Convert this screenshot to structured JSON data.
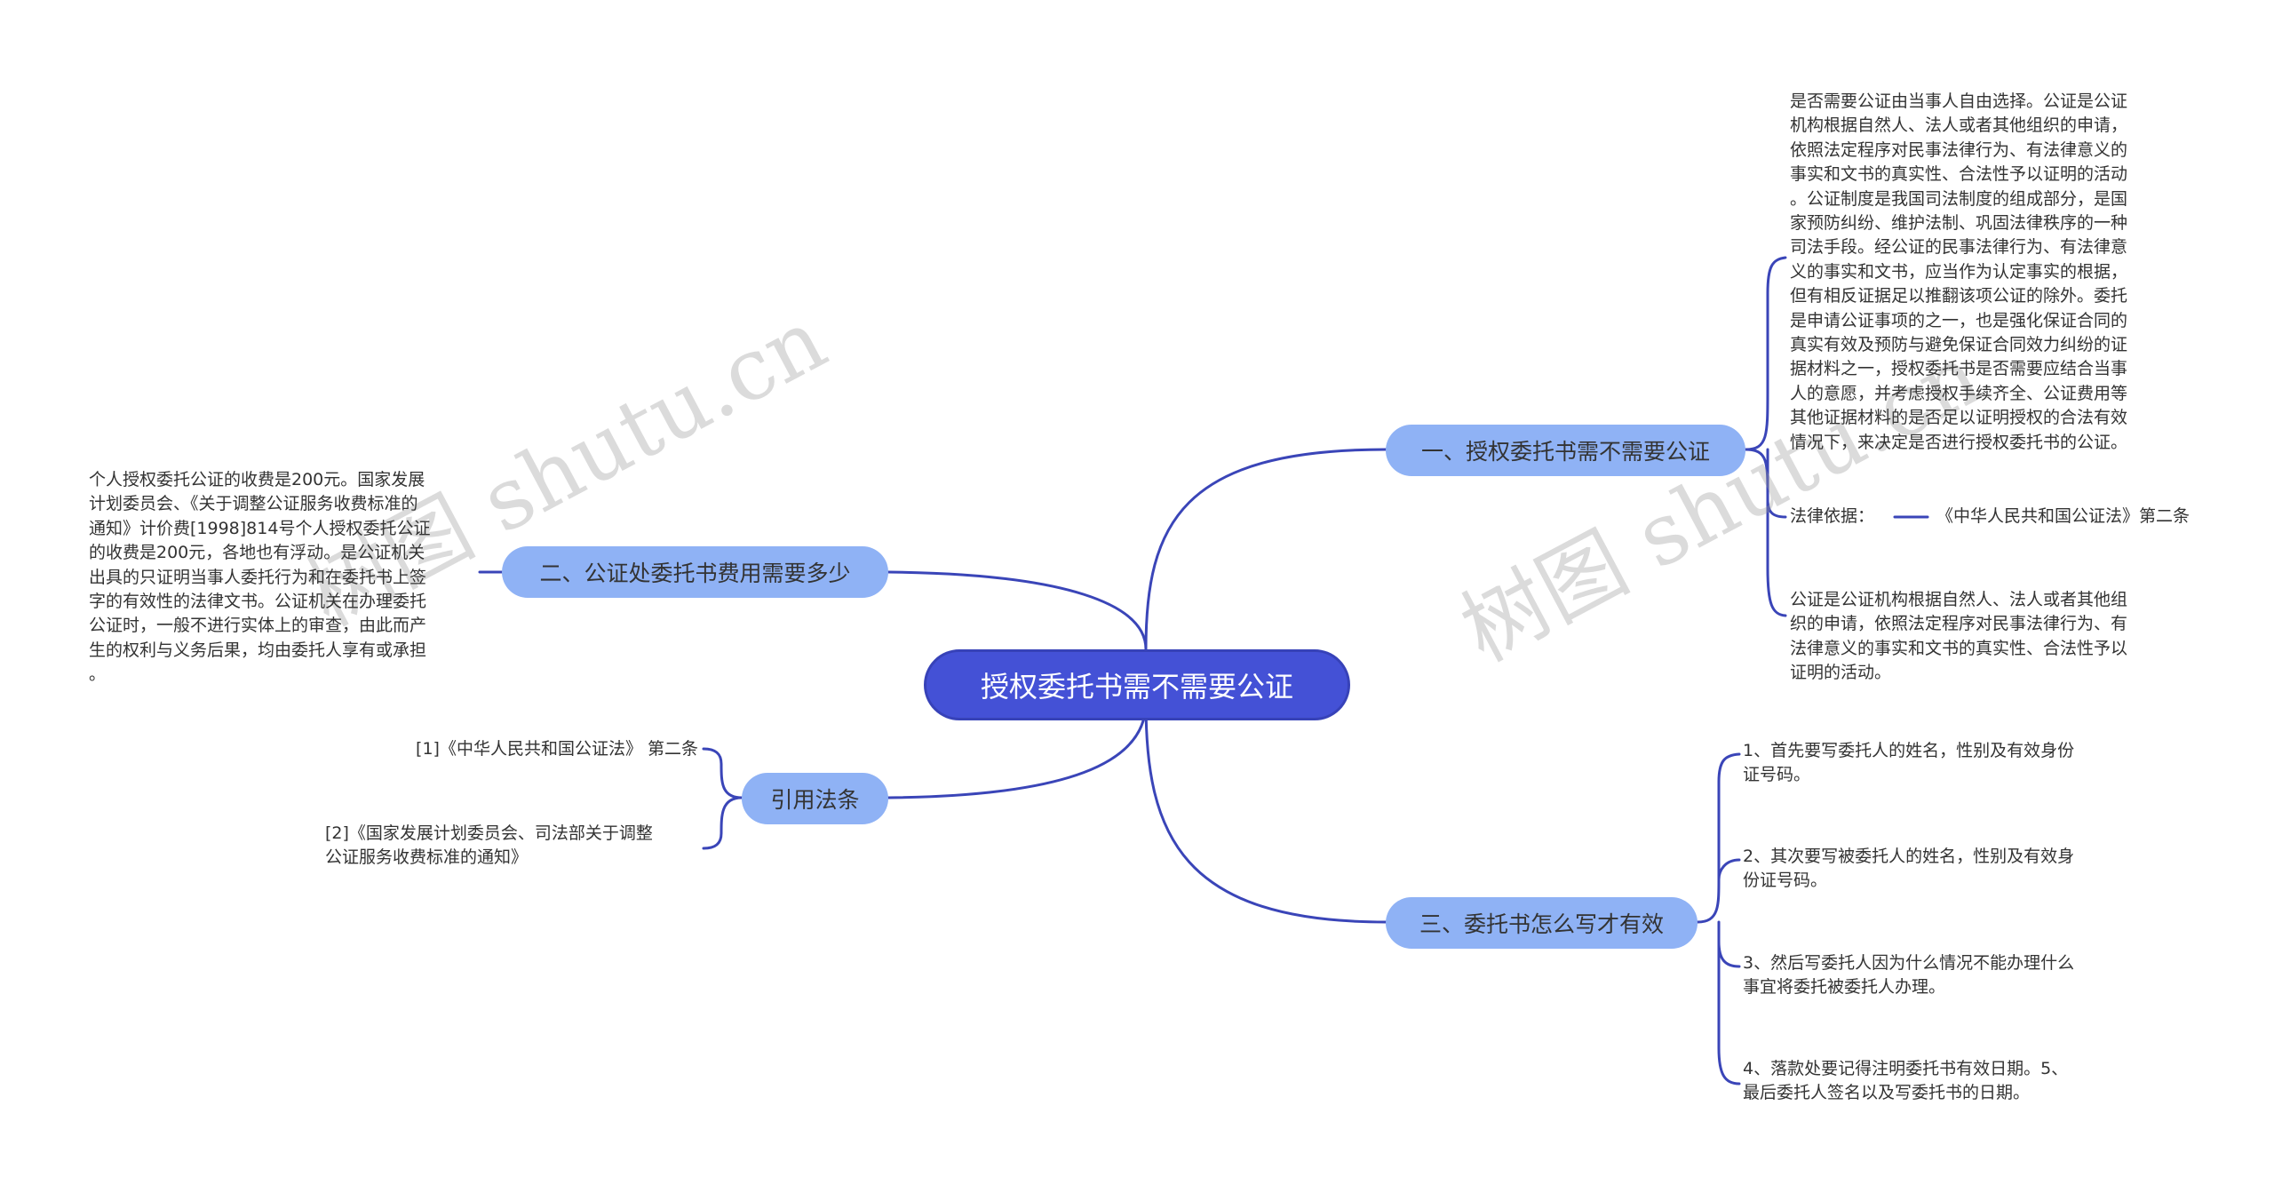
{
  "root": {
    "label": "授权委托书需不需要公证"
  },
  "branches": {
    "b1": {
      "label": "一、授权委托书需不需要公证"
    },
    "b2": {
      "label": "二、公证处委托书费用需要多少"
    },
    "b3": {
      "label": "三、委托书怎么写才有效"
    },
    "b4": {
      "label": "引用法条"
    }
  },
  "leaves": {
    "b1_text1": [
      "是否需要公证由当事人自由选择。公证是公证",
      "机构根据自然人、法人或者其他组织的申请，",
      "依照法定程序对民事法律行为、有法律意义的",
      "事实和文书的真实性、合法性予以证明的活动",
      "。公证制度是我国司法制度的组成部分，是国",
      "家预防纠纷、维护法制、巩固法律秩序的一种",
      "司法手段。经公证的民事法律行为、有法律意",
      "义的事实和文书，应当作为认定事实的根据，",
      "但有相反证据足以推翻该项公证的除外。委托",
      "是申请公证事项的之一，也是强化保证合同的",
      "真实有效及预防与避免保证合同效力纠纷的证",
      "据材料之一，授权委托书是否需要应结合当事",
      "人的意愿，并考虑授权手续齐全、公证费用等",
      "其他证据材料的是否足以证明授权的合法有效",
      "情况下，来决定是否进行授权委托书的公证。"
    ],
    "b1_legal_label": "法律依据：",
    "b1_legal_ref": "《中华人民共和国公证法》第二条",
    "b1_text2": [
      "公证是公证机构根据自然人、法人或者其他组",
      "织的申请，依照法定程序对民事法律行为、有",
      "法律意义的事实和文书的真实性、合法性予以",
      "证明的活动。"
    ],
    "b2_text": [
      "个人授权委托公证的收费是200元。国家发展",
      "计划委员会、《关于调整公证服务收费标准的",
      "通知》计价费[1998]814号个人授权委托公证",
      "的收费是200元，各地也有浮动。是公证机关",
      "出具的只证明当事人委托行为和在委托书上签",
      "字的有效性的法律文书。公证机关在办理委托",
      "公证时，一般不进行实体上的审查，由此而产",
      "生的权利与义务后果，均由委托人享有或承担",
      "。"
    ],
    "b3_items": [
      [
        "1、首先要写委托人的姓名，性别及有效身份",
        "证号码。"
      ],
      [
        "2、其次要写被委托人的姓名，性别及有效身",
        "份证号码。"
      ],
      [
        "3、然后写委托人因为什么情况不能办理什么",
        "事宜将委托被委托人办理。"
      ],
      [
        "4、落款处要记得注明委托书有效日期。5、",
        "最后委托人签名以及写委托书的日期。"
      ]
    ],
    "b4_refs": [
      [
        "[1]《中华人民共和国公证法》 第二条"
      ],
      [
        "[2]《国家发展计划委员会、司法部关于调整",
        "公证服务收费标准的通知》"
      ]
    ]
  },
  "watermark": {
    "text": "树图 shutu.cn"
  },
  "colors": {
    "root_fill": "#4451d6",
    "branch_fill": "#8fb2f5",
    "connector": "#3a45b8",
    "text": "#333333"
  }
}
